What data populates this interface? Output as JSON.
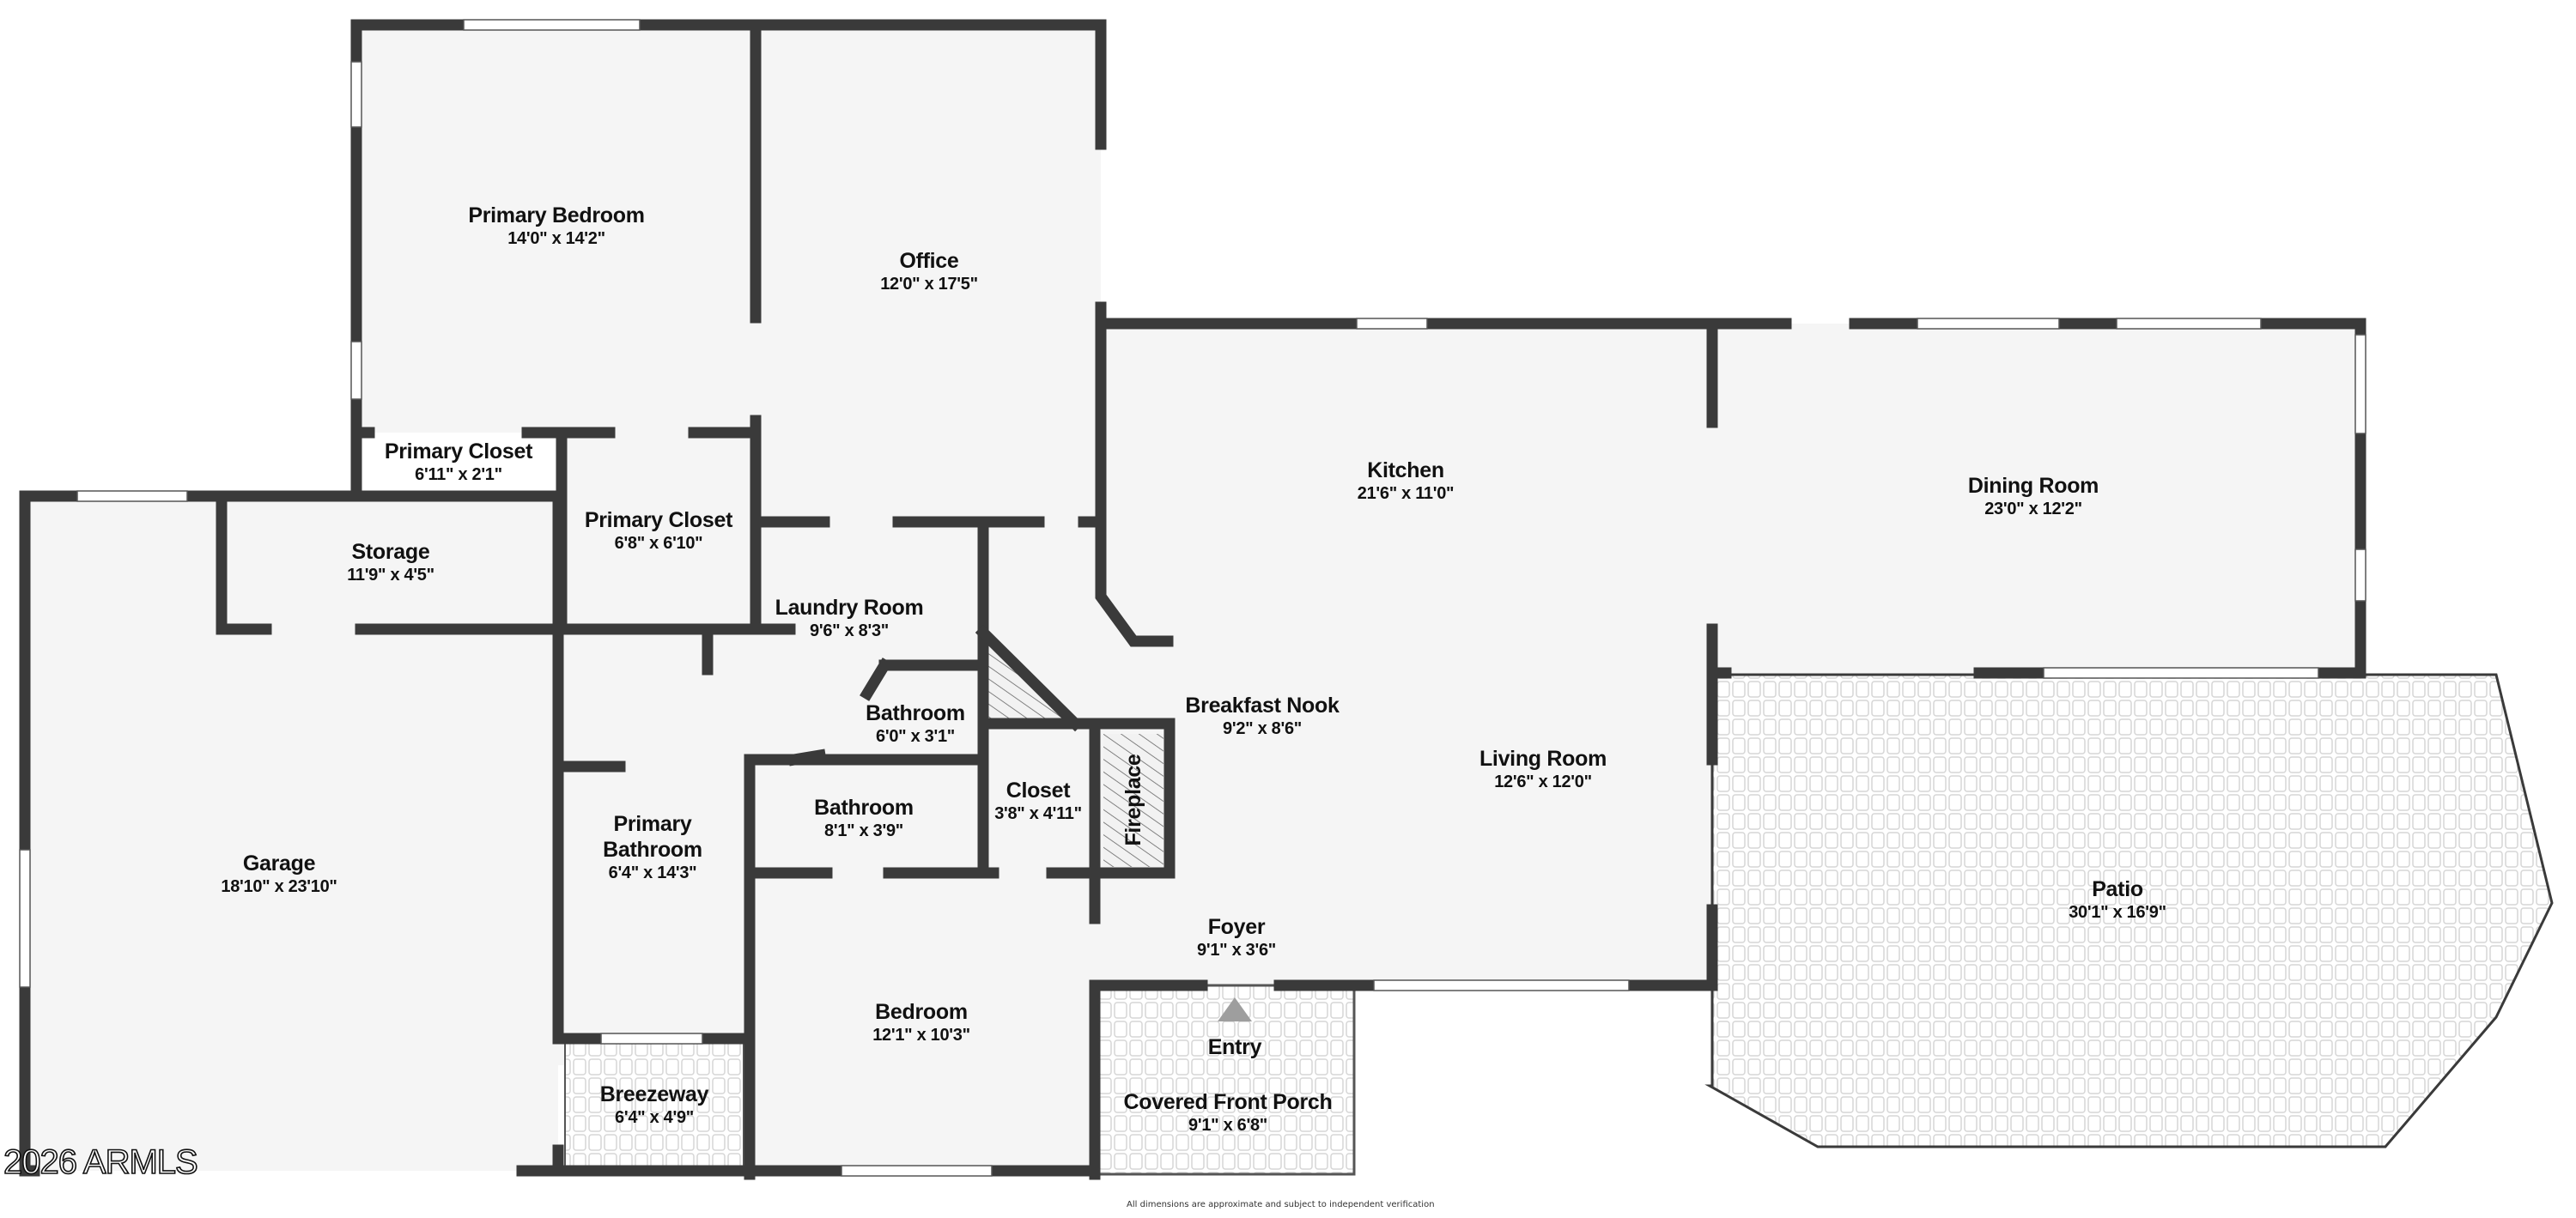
{
  "plan": {
    "wall_color": "#3a3a3a",
    "floor_color": "#f5f5f5",
    "outdoor_tile_color": "#d8d8d8",
    "hatch_color": "#555555",
    "entry_arrow_color": "#9e9e9e"
  },
  "rooms": [
    {
      "name": "Primary Bedroom",
      "dims": "14'0\" x 14'2\""
    },
    {
      "name": "Office",
      "dims": "12'0\" x 17'5\""
    },
    {
      "name": "Primary Closet",
      "dims": "6'11\" x 2'1\""
    },
    {
      "name": "Primary Closet",
      "dims": "6'8\" x 6'10\""
    },
    {
      "name": "Storage",
      "dims": "11'9\" x 4'5\""
    },
    {
      "name": "Garage",
      "dims": "18'10\" x 23'10\""
    },
    {
      "name": "Laundry Room",
      "dims": "9'6\" x 8'3\""
    },
    {
      "name": "Bathroom",
      "dims": "6'0\" x 3'1\""
    },
    {
      "name": "Bathroom",
      "dims": "8'1\" x 3'9\""
    },
    {
      "name": "Closet",
      "dims": "3'8\" x 4'11\""
    },
    {
      "name": "Fireplace",
      "dims": ""
    },
    {
      "name": "Primary Bathroom",
      "name_line2": "Bathroom",
      "name_line1": "Primary",
      "dims": "6'4\" x 14'3\""
    },
    {
      "name": "Bedroom",
      "dims": "12'1\" x 10'3\""
    },
    {
      "name": "Breezeway",
      "dims": "6'4\" x 4'9\""
    },
    {
      "name": "Kitchen",
      "dims": "21'6\" x 11'0\""
    },
    {
      "name": "Breakfast Nook",
      "dims": "9'2\" x 8'6\""
    },
    {
      "name": "Living Room",
      "dims": "12'6\" x 12'0\""
    },
    {
      "name": "Dining Room",
      "dims": "23'0\" x 12'2\""
    },
    {
      "name": "Foyer",
      "dims": "9'1\" x 3'6\""
    },
    {
      "name": "Entry",
      "dims": ""
    },
    {
      "name": "Covered Front Porch",
      "dims": "9'1\" x 6'8\""
    },
    {
      "name": "Patio",
      "dims": "30'1\" x 16'9\""
    }
  ],
  "watermark": "2026 ARMLS",
  "disclaimer": "All dimensions are approximate and subject to independent verification"
}
